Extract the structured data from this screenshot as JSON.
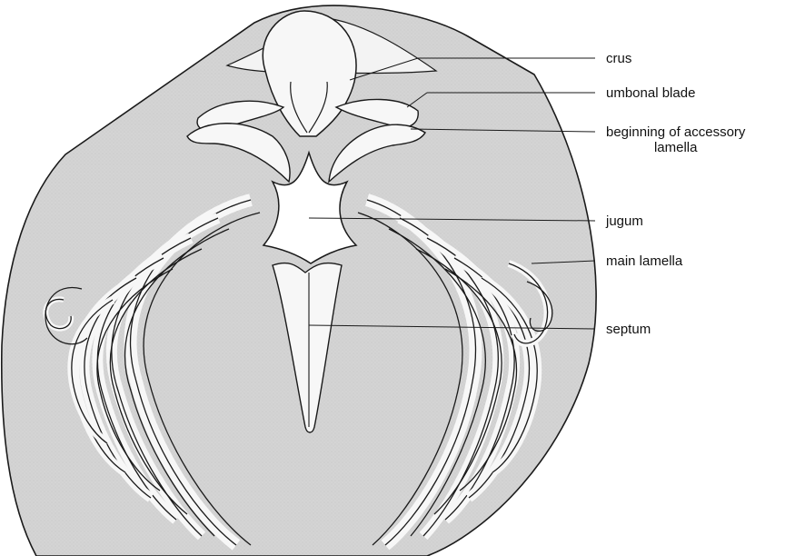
{
  "diagram": {
    "colors": {
      "shell_fill": "#d4d4d4",
      "outline": "#1a1a1a",
      "lamella_fill": "#f7f7f7",
      "paper": "#ffffff"
    },
    "labels": {
      "crus": "crus",
      "umbonal_blade": "umbonal blade",
      "accessory_lamella_line1": "beginning of accessory",
      "accessory_lamella_line2": "lamella",
      "jugum": "jugum",
      "main_lamella": "main lamella",
      "septum": "septum"
    }
  }
}
